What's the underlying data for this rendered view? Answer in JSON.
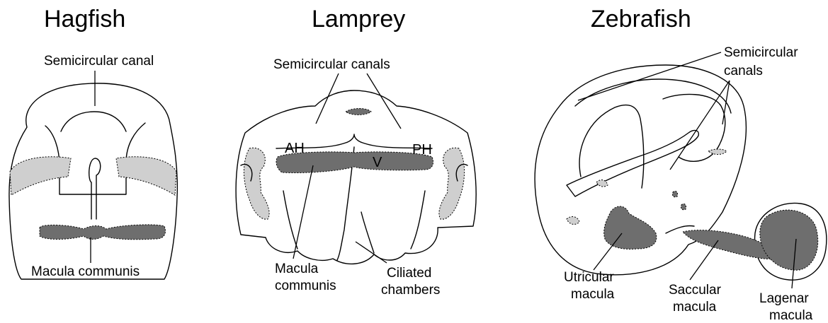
{
  "panels": {
    "hagfish": {
      "title": "Hagfish",
      "labels": {
        "semicircular_canal": "Semicircular canal",
        "macula_communis": "Macula communis"
      }
    },
    "lamprey": {
      "title": "Lamprey",
      "labels": {
        "semicircular_canals": "Semicircular canals",
        "ah": "AH",
        "v": "V",
        "ph": "PH",
        "macula_communis_line1": "Macula",
        "macula_communis_line2": "communis",
        "ciliated_chambers_line1": "Ciliated",
        "ciliated_chambers_line2": "chambers"
      }
    },
    "zebrafish": {
      "title": "Zebrafish",
      "labels": {
        "semicircular_canals_line1": "Semicircular",
        "semicircular_canals_line2": "canals",
        "utricular_macula_line1": "Utricular",
        "utricular_macula_line2": "macula",
        "saccular_macula_line1": "Saccular",
        "saccular_macula_line2": "macula",
        "lagenar_macula_line1": "Lagenar",
        "lagenar_macula_line2": "macula"
      }
    }
  },
  "colors": {
    "macula_fill": "#6e6e6e",
    "light_fill": "#cfcfcf",
    "outline": "#000000"
  }
}
